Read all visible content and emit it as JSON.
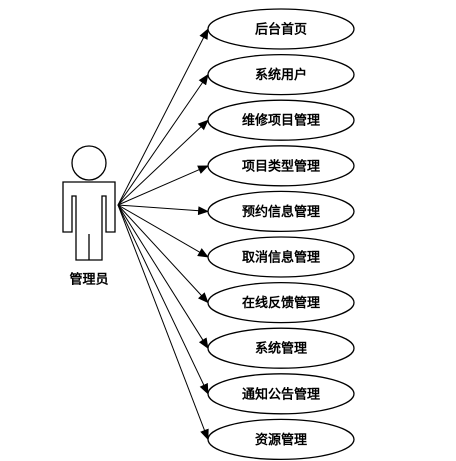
{
  "actor": {
    "name": "管理员",
    "icon": "person-icon"
  },
  "use_cases": [
    "后台首页",
    "系统用户",
    "维修项目管理",
    "项目类型管理",
    "预约信息管理",
    "取消信息管理",
    "在线反馈管理",
    "系统管理",
    "通知公告管理",
    "资源管理"
  ],
  "colors": {
    "stroke": "#000000",
    "fill": "#ffffff"
  }
}
